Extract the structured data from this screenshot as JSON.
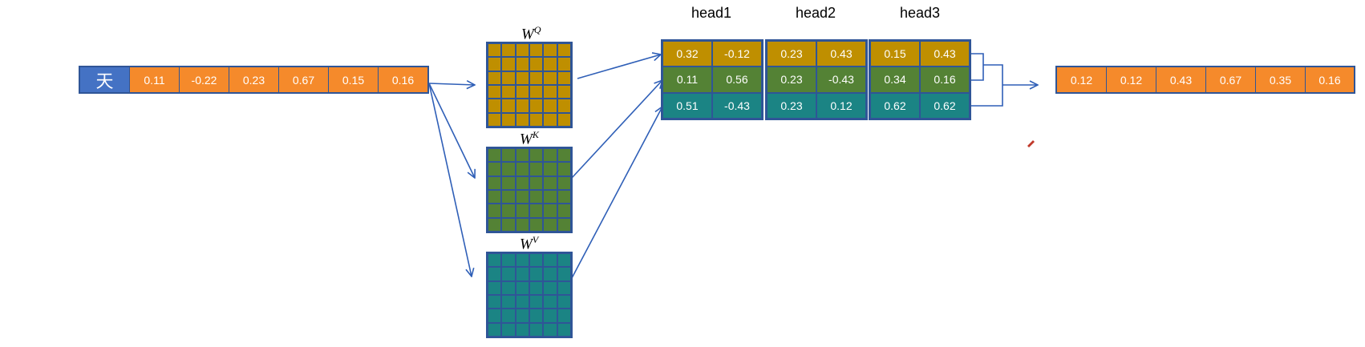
{
  "input": {
    "token": "天",
    "values": [
      "0.11",
      "-0.22",
      "0.23",
      "0.67",
      "0.15",
      "0.16"
    ]
  },
  "weights": [
    {
      "symbol": "W",
      "superscript": "Q"
    },
    {
      "symbol": "W",
      "superscript": "K"
    },
    {
      "symbol": "W",
      "superscript": "V"
    }
  ],
  "heads": [
    {
      "title": "head1",
      "rows": [
        [
          "0.32",
          "-0.12"
        ],
        [
          "0.11",
          "0.56"
        ],
        [
          "0.51",
          "-0.43"
        ]
      ]
    },
    {
      "title": "head2",
      "rows": [
        [
          "0.23",
          "0.43"
        ],
        [
          "0.23",
          "-0.43"
        ],
        [
          "0.23",
          "0.12"
        ]
      ]
    },
    {
      "title": "head3",
      "rows": [
        [
          "0.15",
          "0.43"
        ],
        [
          "0.34",
          "0.16"
        ],
        [
          "0.62",
          "0.62"
        ]
      ]
    }
  ],
  "output": {
    "values": [
      "0.12",
      "0.12",
      "0.43",
      "0.67",
      "0.35",
      "0.16"
    ]
  },
  "colors": {
    "border": "#2f5597",
    "token": "#4472c4",
    "vector": "#f58a2b",
    "query": "#bf8f00",
    "key": "#548235",
    "value": "#1b8484",
    "arrow": "#2f5fb7"
  }
}
